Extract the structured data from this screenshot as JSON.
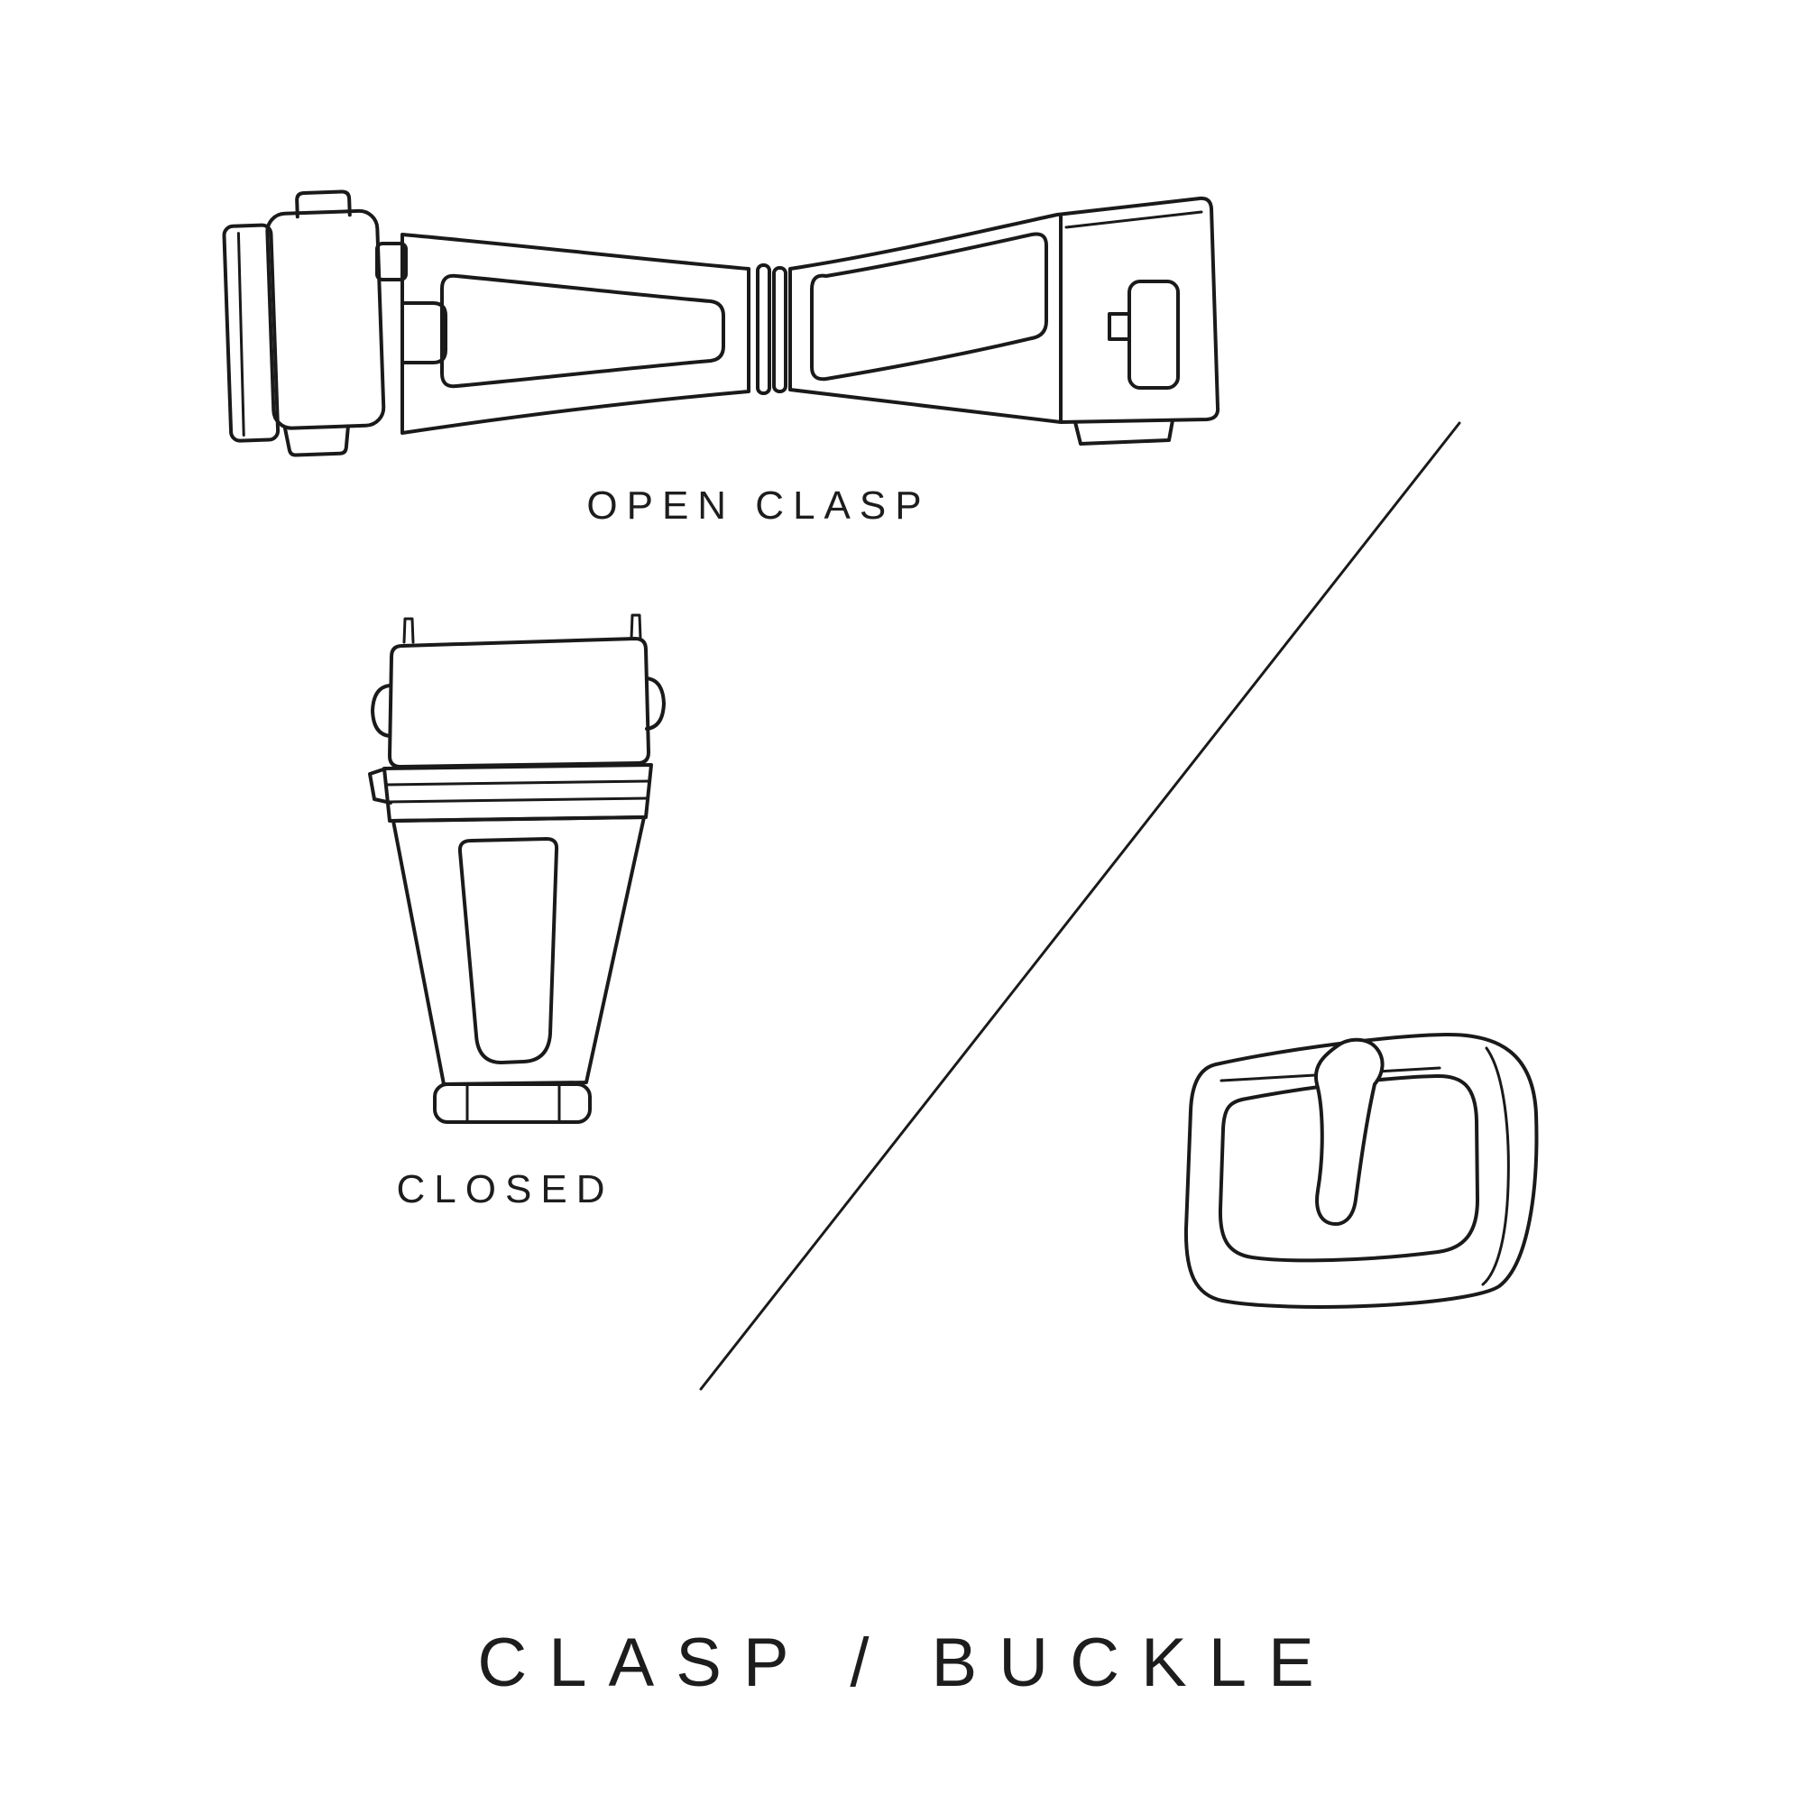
{
  "page": {
    "background": "#ffffff",
    "line_color": "#1a1a1a",
    "text_color": "#1d1d1d"
  },
  "title": "CLASP / BUCKLE",
  "labels": {
    "open_clasp": "OPEN CLASP",
    "closed": "CLOSED"
  },
  "figures": [
    {
      "icon": "open-clasp-illustration",
      "caption": "OPEN CLASP"
    },
    {
      "icon": "closed-clasp-illustration",
      "caption": "CLOSED"
    },
    {
      "icon": "pin-buckle-illustration",
      "caption": ""
    },
    {
      "icon": "divider-line",
      "caption": ""
    }
  ]
}
